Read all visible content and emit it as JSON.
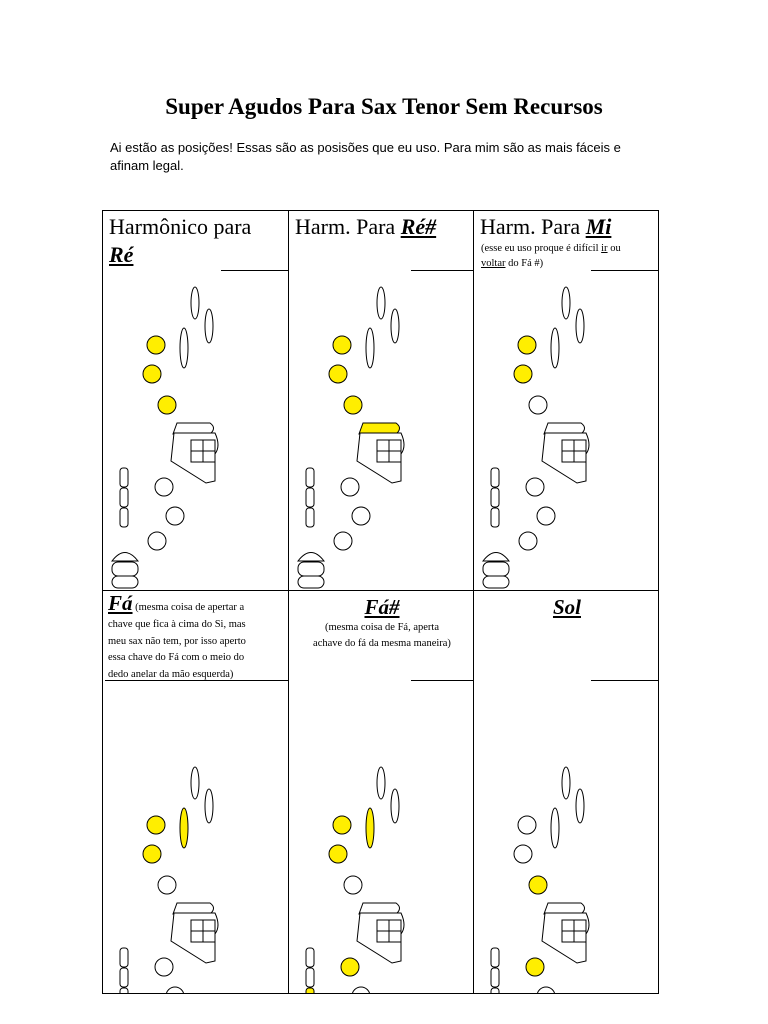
{
  "document": {
    "title": "Super Agudos Para Sax Tenor Sem Recursos",
    "intro": "Ai estão as posições! Essas são as posisões que eu uso. Para mim são as mais fáceis e afinam legal."
  },
  "colors": {
    "pressed_key": "#ffee00",
    "outline": "#000000",
    "background": "#ffffff"
  },
  "positions": [
    {
      "id": "re",
      "title_prefix": "Harmônico para ",
      "title_note": "Ré",
      "pressed": [
        "lh-1",
        "lh-2",
        "lh-3"
      ]
    },
    {
      "id": "re-sharp",
      "title_prefix": "Harm. Para ",
      "title_note": "Ré#",
      "pressed": [
        "lh-1",
        "lh-2",
        "lh-3",
        "palm-bar"
      ]
    },
    {
      "id": "mi",
      "title_prefix": "Harm. Para ",
      "title_note": "Mi",
      "note_parts": [
        "(esse eu uso proque é difícil ",
        "ir",
        " ou ",
        "voltar",
        " do Fá #)"
      ],
      "pressed": [
        "lh-1",
        "lh-2"
      ]
    },
    {
      "id": "fa",
      "title_note": "Fá",
      "note_inline": " (mesma coisa de apertar a",
      "note_lines": [
        "chave que fica à cima do Si, mas",
        "meu sax não tem, por isso aperto",
        "essa chave do Fá com o meio do",
        "dedo anelar da mão esquerda)"
      ],
      "pressed": [
        "lh-1",
        "lh-2",
        "palm-f"
      ]
    },
    {
      "id": "fa-sharp",
      "title_note": "Fá#",
      "note_lines": [
        "(mesma coisa de Fá, aperta",
        "achave do fá da mesma maneira)"
      ],
      "pressed": [
        "lh-1",
        "lh-2",
        "palm-f",
        "rh-1",
        "side-3"
      ]
    },
    {
      "id": "sol",
      "title_note": "Sol",
      "pressed": [
        "lh-3",
        "rh-1",
        "rh-3"
      ]
    }
  ]
}
